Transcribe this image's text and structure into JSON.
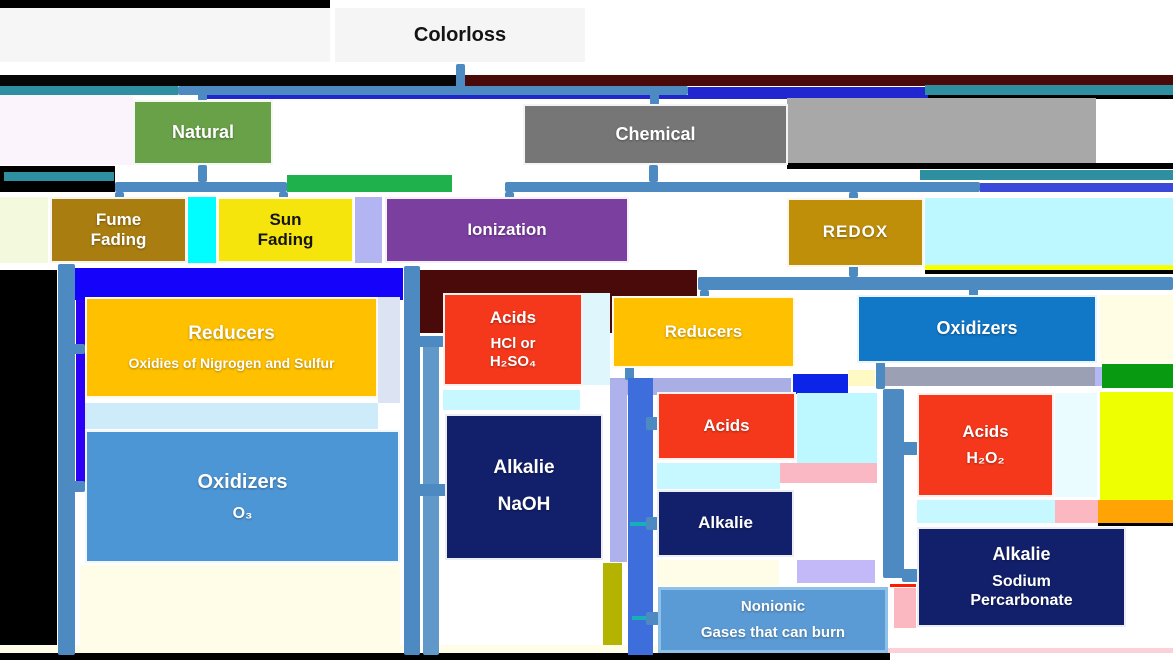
{
  "palette": {
    "natural_green": "#69A148",
    "chemical_gray": "#767676",
    "fume_gold": "#A97D10",
    "sun_yellow": "#F6E50C",
    "ionization_purple": "#7B3FA0",
    "redox_gold": "#BF8F0A",
    "reducers_orange": "#FFC000",
    "oxidizers_light_blue": "#4D96D6",
    "oxidizers_blue": "#1178C8",
    "acids_red": "#F5381C",
    "alkalie_navy": "#12206B",
    "nonionic_blue": "#5B9BD5",
    "connector_steel_blue": "#4E8AC2"
  },
  "nodes": {
    "colorloss": {
      "label": "Colorloss"
    },
    "natural": {
      "label": "Natural"
    },
    "chemical": {
      "label": "Chemical"
    },
    "fume_fading": {
      "line1": "Fume",
      "line2": "Fading"
    },
    "sun_fading": {
      "line1": "Sun",
      "line2": "Fading"
    },
    "ionization": {
      "label": "Ionization"
    },
    "redox": {
      "label": "REDOX"
    },
    "reducers_natural": {
      "label": "Reducers",
      "sublabel": "Oxidies of Nigrogen and Sulfur"
    },
    "oxidizers_natural": {
      "label": "Oxidizers",
      "sublabel": "O₃"
    },
    "acids_ionization": {
      "label": "Acids",
      "sub1": "HCl or",
      "sub2": "H₂SO₄"
    },
    "alkalie_ionization": {
      "label": "Alkalie",
      "sublabel": "NaOH"
    },
    "reducers_redox": {
      "label": "Reducers"
    },
    "oxidizers_redox": {
      "label": "Oxidizers"
    },
    "acids_reducers": {
      "label": "Acids"
    },
    "alkalie_reducers": {
      "label": "Alkalie"
    },
    "nonionic": {
      "label": "Nonionic",
      "sublabel": "Gases that can burn"
    },
    "acids_oxidizers": {
      "label": "Acids",
      "sublabel": "H₂O₂"
    },
    "alkalie_oxidizers": {
      "label": "Alkalie",
      "sub1": "Sodium",
      "sub2": "Percarbonate"
    }
  },
  "edges": [
    {
      "from": "colorloss",
      "to": "natural"
    },
    {
      "from": "colorloss",
      "to": "chemical"
    },
    {
      "from": "natural",
      "to": "fume_fading"
    },
    {
      "from": "natural",
      "to": "sun_fading"
    },
    {
      "from": "chemical",
      "to": "ionization"
    },
    {
      "from": "chemical",
      "to": "redox"
    },
    {
      "from": "fume_fading",
      "to": "reducers_natural"
    },
    {
      "from": "fume_fading",
      "to": "oxidizers_natural"
    },
    {
      "from": "ionization",
      "to": "acids_ionization"
    },
    {
      "from": "ionization",
      "to": "alkalie_ionization"
    },
    {
      "from": "redox",
      "to": "reducers_redox"
    },
    {
      "from": "redox",
      "to": "oxidizers_redox"
    },
    {
      "from": "reducers_redox",
      "to": "acids_reducers"
    },
    {
      "from": "reducers_redox",
      "to": "alkalie_reducers"
    },
    {
      "from": "reducers_redox",
      "to": "nonionic"
    },
    {
      "from": "oxidizers_redox",
      "to": "acids_oxidizers"
    },
    {
      "from": "oxidizers_redox",
      "to": "alkalie_oxidizers"
    }
  ]
}
